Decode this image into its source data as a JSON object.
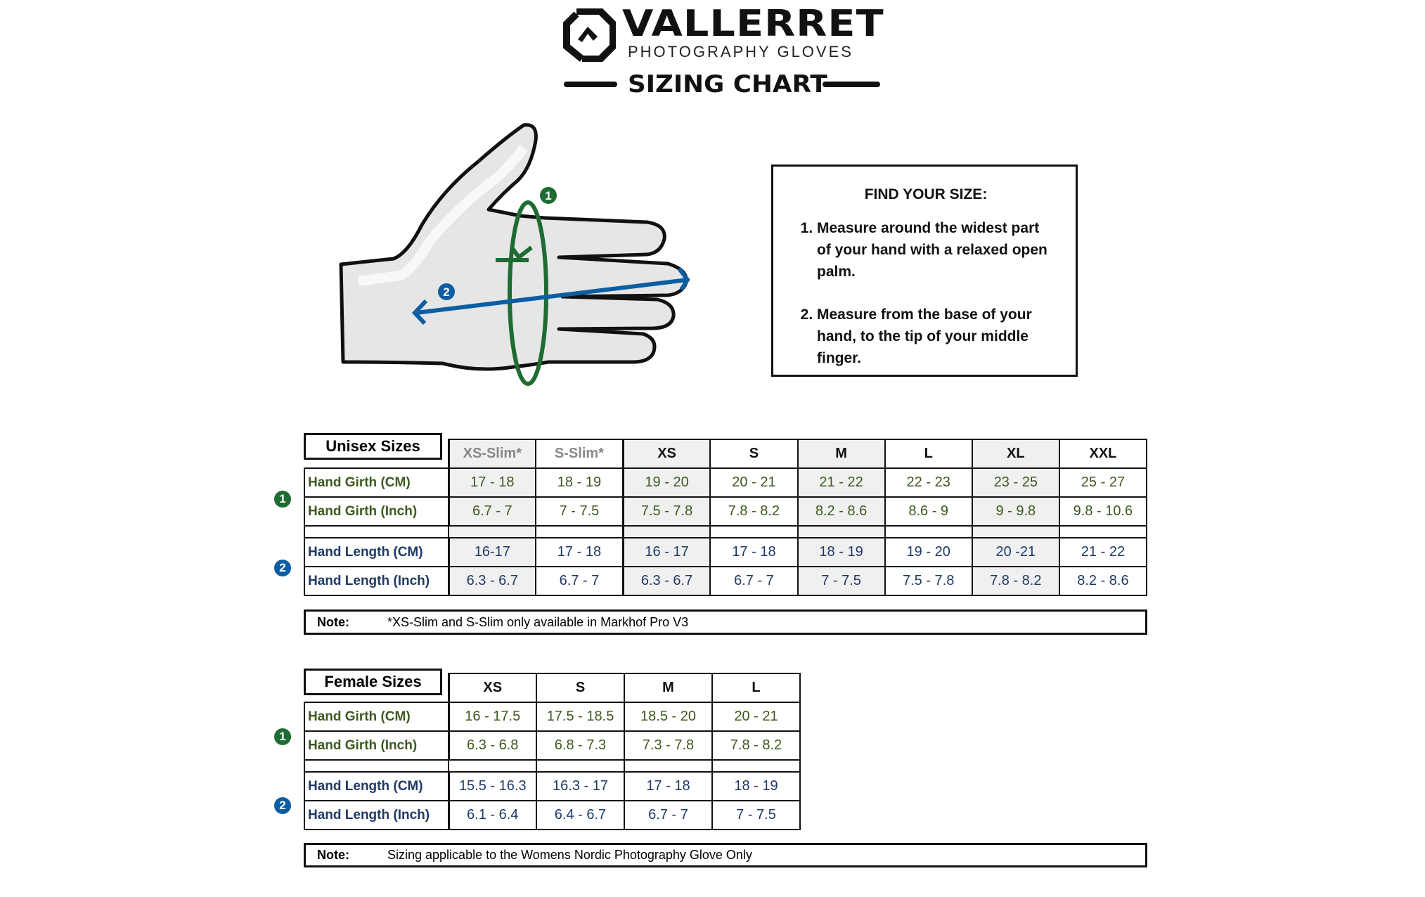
{
  "header": {
    "brand": "VALLERRET",
    "tagline": "PHOTOGRAPHY GLOVES",
    "title": "SIZING CHART"
  },
  "colors": {
    "girth": "#1e6b34",
    "length": "#0c5ea3"
  },
  "illustration": {
    "markers": [
      "1",
      "2"
    ]
  },
  "find": {
    "title": "FIND YOUR SIZE:",
    "steps": [
      "Measure around the widest part of your hand with a relaxed open palm.",
      "Measure from the base of your hand, to the tip of your middle finger."
    ]
  },
  "unisex": {
    "label": "Unisex Sizes",
    "columns": [
      "XS-Slim*",
      "S-Slim*",
      "XS",
      "S",
      "M",
      "L",
      "XL",
      "XXL"
    ],
    "rows": [
      {
        "label": "Hand Girth (CM)",
        "values": [
          "17 - 18",
          "18 - 19",
          "19 - 20",
          "20 - 21",
          "21 - 22",
          "22 - 23",
          "23 - 25",
          "25 - 27"
        ]
      },
      {
        "label": "Hand Girth (Inch)",
        "values": [
          "6.7 - 7",
          "7 - 7.5",
          "7.5 - 7.8",
          "7.8 - 8.2",
          "8.2 - 8.6",
          "8.6 - 9",
          "9 - 9.8",
          "9.8 - 10.6"
        ]
      },
      {
        "label": "Hand Length (CM)",
        "values": [
          "16-17",
          "17 - 18",
          "16 - 17",
          "17 - 18",
          "18 - 19",
          "19 - 20",
          "20 -21",
          "21 - 22"
        ]
      },
      {
        "label": "Hand Length (Inch)",
        "values": [
          "6.3 - 6.7",
          "6.7 - 7",
          "6.3 - 6.7",
          "6.7 - 7",
          "7 - 7.5",
          "7.5 - 7.8",
          "7.8 - 8.2",
          "8.2 - 8.6"
        ]
      }
    ],
    "note_label": "Note:",
    "note": "*XS-Slim and S-Slim only available in Markhof Pro V3"
  },
  "female": {
    "label": "Female Sizes",
    "columns": [
      "XS",
      "S",
      "M",
      "L"
    ],
    "rows": [
      {
        "label": "Hand Girth (CM)",
        "values": [
          "16 - 17.5",
          "17.5 - 18.5",
          "18.5 - 20",
          "20 - 21"
        ]
      },
      {
        "label": "Hand Girth (Inch)",
        "values": [
          "6.3 - 6.8",
          "6.8 - 7.3",
          "7.3 - 7.8",
          "7.8 - 8.2"
        ]
      },
      {
        "label": "Hand Length (CM)",
        "values": [
          "15.5 - 16.3",
          "16.3 - 17",
          "17 - 18",
          "18 - 19"
        ]
      },
      {
        "label": "Hand Length (Inch)",
        "values": [
          "6.1 - 6.4",
          "6.4 - 6.7",
          "6.7 - 7",
          "7 - 7.5"
        ]
      }
    ],
    "note_label": "Note:",
    "note": "Sizing applicable to the Womens Nordic Photography Glove Only"
  }
}
